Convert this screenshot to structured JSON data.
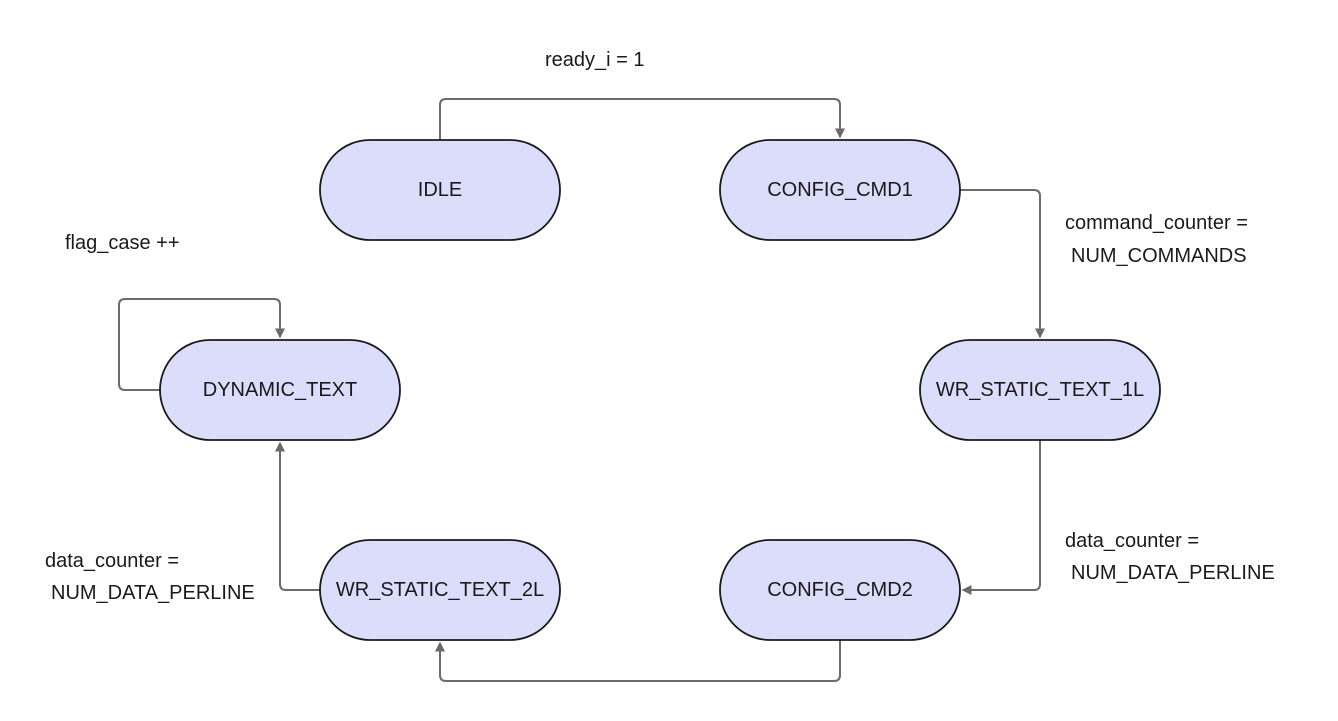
{
  "colors": {
    "state_fill": "#dcdcfb",
    "state_stroke": "#1a1a1a",
    "edge_stroke": "#6b6b6b",
    "text": "#1a1a1a"
  },
  "states": {
    "idle": "IDLE",
    "config_cmd1": "CONFIG_CMD1",
    "wr_static_text_1l": "WR_STATIC_TEXT_1L",
    "config_cmd2": "CONFIG_CMD2",
    "wr_static_text_2l": "WR_STATIC_TEXT_2L",
    "dynamic_text": "DYNAMIC_TEXT"
  },
  "transitions": {
    "idle_to_config_cmd1": {
      "condition": "ready_i = 1"
    },
    "config_cmd1_to_wr_static_text_1l": {
      "condition_line1": "command_counter =",
      "condition_line2": "NUM_COMMANDS"
    },
    "wr_static_text_1l_to_config_cmd2": {
      "condition_line1": "data_counter =",
      "condition_line2": "NUM_DATA_PERLINE"
    },
    "config_cmd2_to_wr_static_text_2l": {
      "condition": ""
    },
    "wr_static_text_2l_to_dynamic_text": {
      "condition_line1": "data_counter =",
      "condition_line2": "NUM_DATA_PERLINE"
    },
    "dynamic_text_self_loop": {
      "condition": "flag_case ++"
    }
  }
}
